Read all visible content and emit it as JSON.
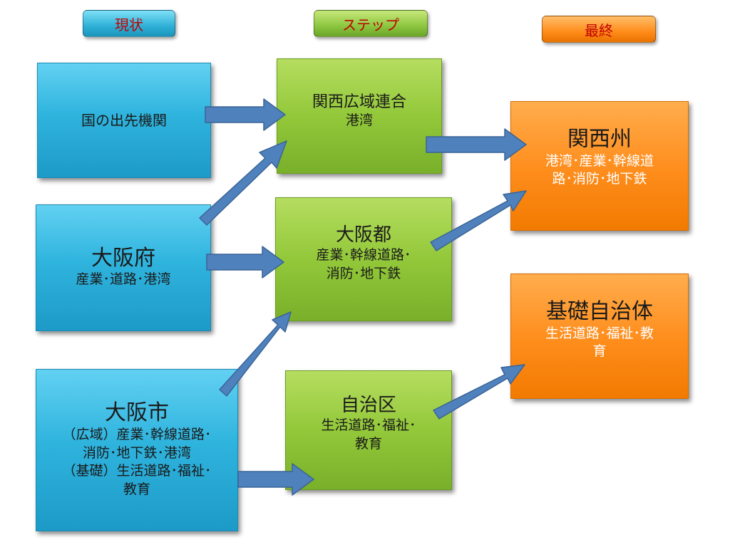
{
  "headers": {
    "current": "現状",
    "step": "ステップ",
    "final": "最終"
  },
  "current": {
    "national": {
      "title": "国の出先機関"
    },
    "prefecture": {
      "title": "大阪府",
      "text": "産業･道路･港湾"
    },
    "city": {
      "title": "大阪市",
      "line1": "（広域）産業･幹線道路･",
      "line2": "消防･地下鉄･港湾",
      "line3": "（基礎）生活道路･福祉･",
      "line4": "教育"
    }
  },
  "step": {
    "kansai_union": {
      "title": "関西広域連合",
      "text": "港湾"
    },
    "osaka_metro": {
      "title": "大阪都",
      "line1": "産業･幹線道路･",
      "line2": "消防･地下鉄"
    },
    "ward": {
      "title": "自治区",
      "line1": "生活道路･福祉･",
      "line2": "教育"
    }
  },
  "final": {
    "kansai_state": {
      "title": "関西州",
      "line1": "港湾･産業･幹線道",
      "line2": "路･消防･地下鉄"
    },
    "basic_entity": {
      "title": "基礎自治体",
      "line1": "生活道路･福祉･教",
      "line2": "育"
    }
  },
  "colors": {
    "arrow": "#4f81bd",
    "header_text": "#c00000"
  }
}
